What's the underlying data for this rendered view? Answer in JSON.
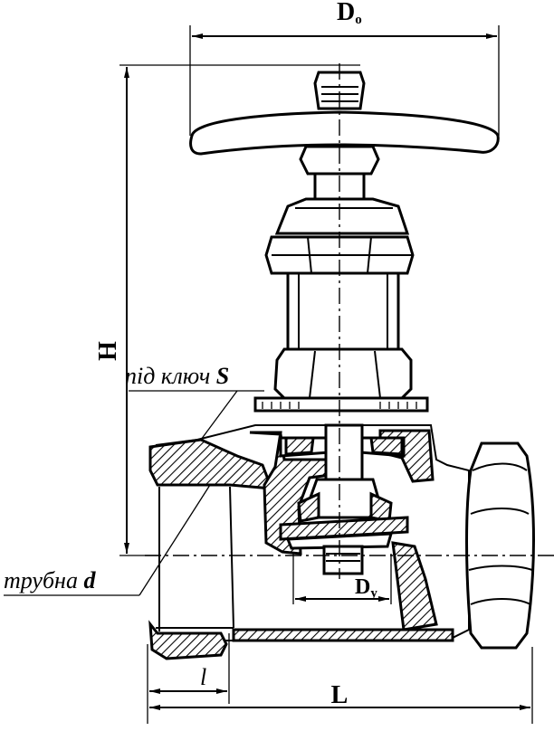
{
  "labels": {
    "do_main": "D",
    "do_sub": "o",
    "h": "H",
    "wrench_text": "під ключ ",
    "wrench_sym": "S",
    "pipe_text": "трубна ",
    "pipe_sym": "d",
    "dy_main": "D",
    "dy_sub": "у",
    "l_small": "l",
    "l_big": "L"
  }
}
